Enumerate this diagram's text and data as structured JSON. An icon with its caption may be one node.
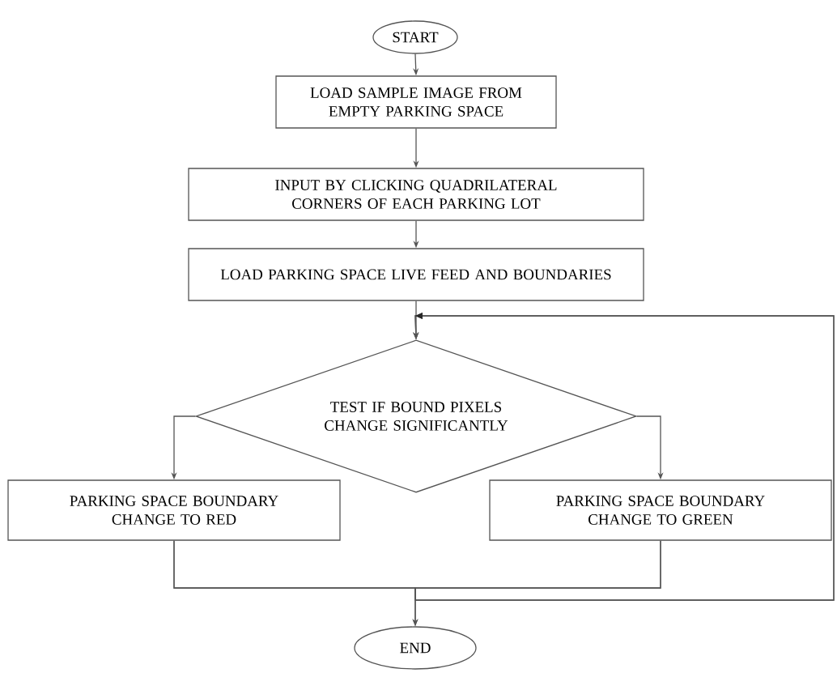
{
  "diagram": {
    "nodes": [
      {
        "text": [
          "START"
        ]
      },
      {
        "text": [
          "LOAD SAMPLE IMAGE FROM EMPTY PARKING SPACE"
        ]
      },
      {
        "text": [
          "INPUT BY CLICKING QUADRILATERAL CORNERS OF EACH PARKING LOT"
        ]
      },
      {
        "text": [
          "LOAD PARKING SPACE LIVE FEED AND BOUNDARIES"
        ]
      },
      {
        "text": [
          "TEST IF BOUND PIXELS CHANGE SIGNIFICANTLY"
        ]
      },
      {
        "text": [
          "PARKING SPACE BOUNDARY CHANGE TO RED"
        ]
      },
      {
        "text": [
          "PARKING SPACE BOUNDARY CHANGE TO GREEN"
        ]
      },
      {
        "text": [
          "END"
        ]
      }
    ],
    "edges": [
      {
        "from": 0,
        "to": 1,
        "arrow": "to"
      },
      {
        "from": 1,
        "to": 2,
        "arrow": "to"
      },
      {
        "from": 2,
        "to": 3,
        "arrow": "to"
      },
      {
        "from": 3,
        "to": 4,
        "arrow": "to"
      },
      {
        "from": 4,
        "to": 5,
        "arrow": "to"
      },
      {
        "from": 4,
        "to": 6,
        "arrow": "to"
      },
      {
        "from": 5,
        "to": 7,
        "arrow": "to"
      },
      {
        "from": 6,
        "to": 7,
        "arrow": "to"
      },
      {
        "from": 5,
        "to": 4,
        "arrow": "to"
      },
      {
        "from": 6,
        "to": 4,
        "arrow": "to"
      }
    ]
  }
}
